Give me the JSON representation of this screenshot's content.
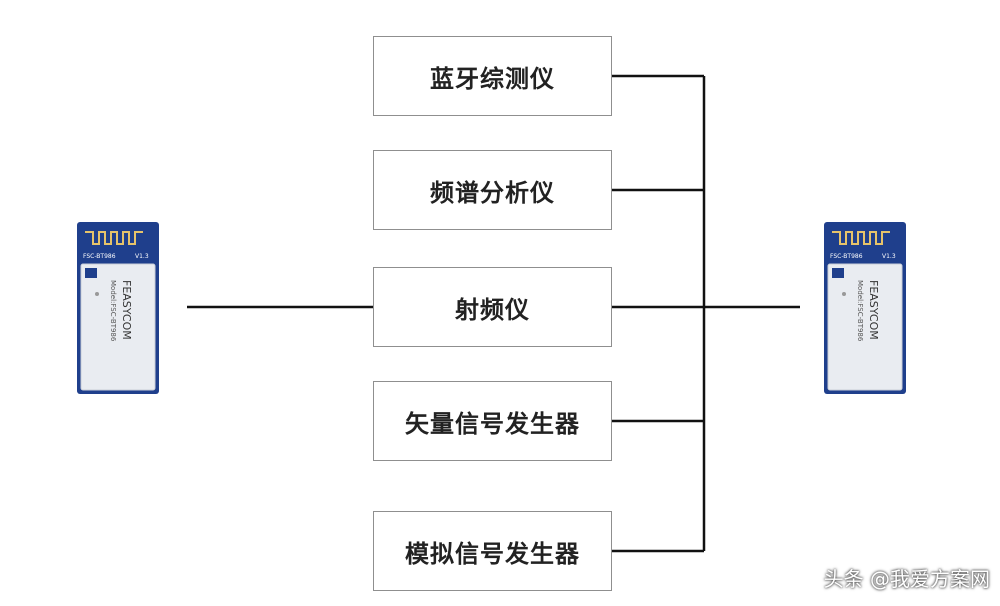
{
  "instruments": [
    {
      "label": "蓝牙综测仪"
    },
    {
      "label": "频谱分析仪"
    },
    {
      "label": "射频仪"
    },
    {
      "label": "矢量信号发生器"
    },
    {
      "label": "模拟信号发生器"
    }
  ],
  "module": {
    "brand": "FEASYCOM",
    "model": "Model:FSC-BT986",
    "version": "V1.3",
    "pcb_code": "FSC-BT986"
  },
  "watermark": "头条 @我爱方案网",
  "colors": {
    "line": "#111111",
    "box_border": "#8f8f8f",
    "pcb": "#1f3f8c",
    "shield": "#e9ecf1"
  }
}
